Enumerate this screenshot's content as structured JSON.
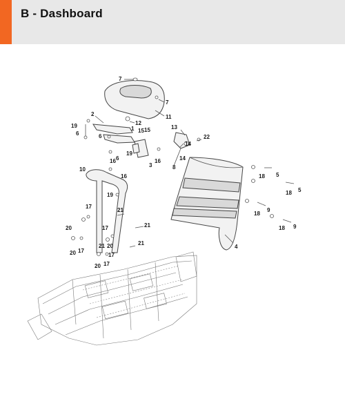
{
  "header": {
    "title": "B - Dashboard",
    "accent_color": "#f26722",
    "background_color": "#e8e8e8"
  },
  "diagram": {
    "callouts": [
      {
        "id": "c7a",
        "label": "7"
      },
      {
        "id": "c7b",
        "label": "7"
      },
      {
        "id": "c11",
        "label": "11"
      },
      {
        "id": "c2",
        "label": "2"
      },
      {
        "id": "c12",
        "label": "12"
      },
      {
        "id": "c1",
        "label": "1"
      },
      {
        "id": "c15a",
        "label": "15"
      },
      {
        "id": "c15b",
        "label": "15"
      },
      {
        "id": "c19a",
        "label": "19"
      },
      {
        "id": "c6a",
        "label": "6"
      },
      {
        "id": "c6b",
        "label": "6"
      },
      {
        "id": "c6c",
        "label": "6"
      },
      {
        "id": "c13",
        "label": "13"
      },
      {
        "id": "c22",
        "label": "22"
      },
      {
        "id": "c14a",
        "label": "14"
      },
      {
        "id": "c14b",
        "label": "14"
      },
      {
        "id": "c19b",
        "label": "19"
      },
      {
        "id": "c3",
        "label": "3"
      },
      {
        "id": "c16a",
        "label": "16"
      },
      {
        "id": "c16b",
        "label": "16"
      },
      {
        "id": "c16c",
        "label": "16"
      },
      {
        "id": "c8",
        "label": "8"
      },
      {
        "id": "c10",
        "label": "10"
      },
      {
        "id": "c5a",
        "label": "5"
      },
      {
        "id": "c18a",
        "label": "18"
      },
      {
        "id": "c5b",
        "label": "5"
      },
      {
        "id": "c18b",
        "label": "18"
      },
      {
        "id": "c19c",
        "label": "19"
      },
      {
        "id": "c17a",
        "label": "17"
      },
      {
        "id": "c21a",
        "label": "21"
      },
      {
        "id": "c18c",
        "label": "18"
      },
      {
        "id": "c9a",
        "label": "9"
      },
      {
        "id": "c20a",
        "label": "20"
      },
      {
        "id": "c18d",
        "label": "18"
      },
      {
        "id": "c9b",
        "label": "9"
      },
      {
        "id": "c21b",
        "label": "21"
      },
      {
        "id": "c17b",
        "label": "17"
      },
      {
        "id": "c21c",
        "label": "21"
      },
      {
        "id": "c20b",
        "label": "20"
      },
      {
        "id": "c17c",
        "label": "17"
      },
      {
        "id": "c20c",
        "label": "20"
      },
      {
        "id": "c17d",
        "label": "17"
      },
      {
        "id": "c21d",
        "label": "21"
      },
      {
        "id": "c4",
        "label": "4"
      },
      {
        "id": "c20d",
        "label": "20"
      },
      {
        "id": "c17e",
        "label": "17"
      }
    ]
  }
}
